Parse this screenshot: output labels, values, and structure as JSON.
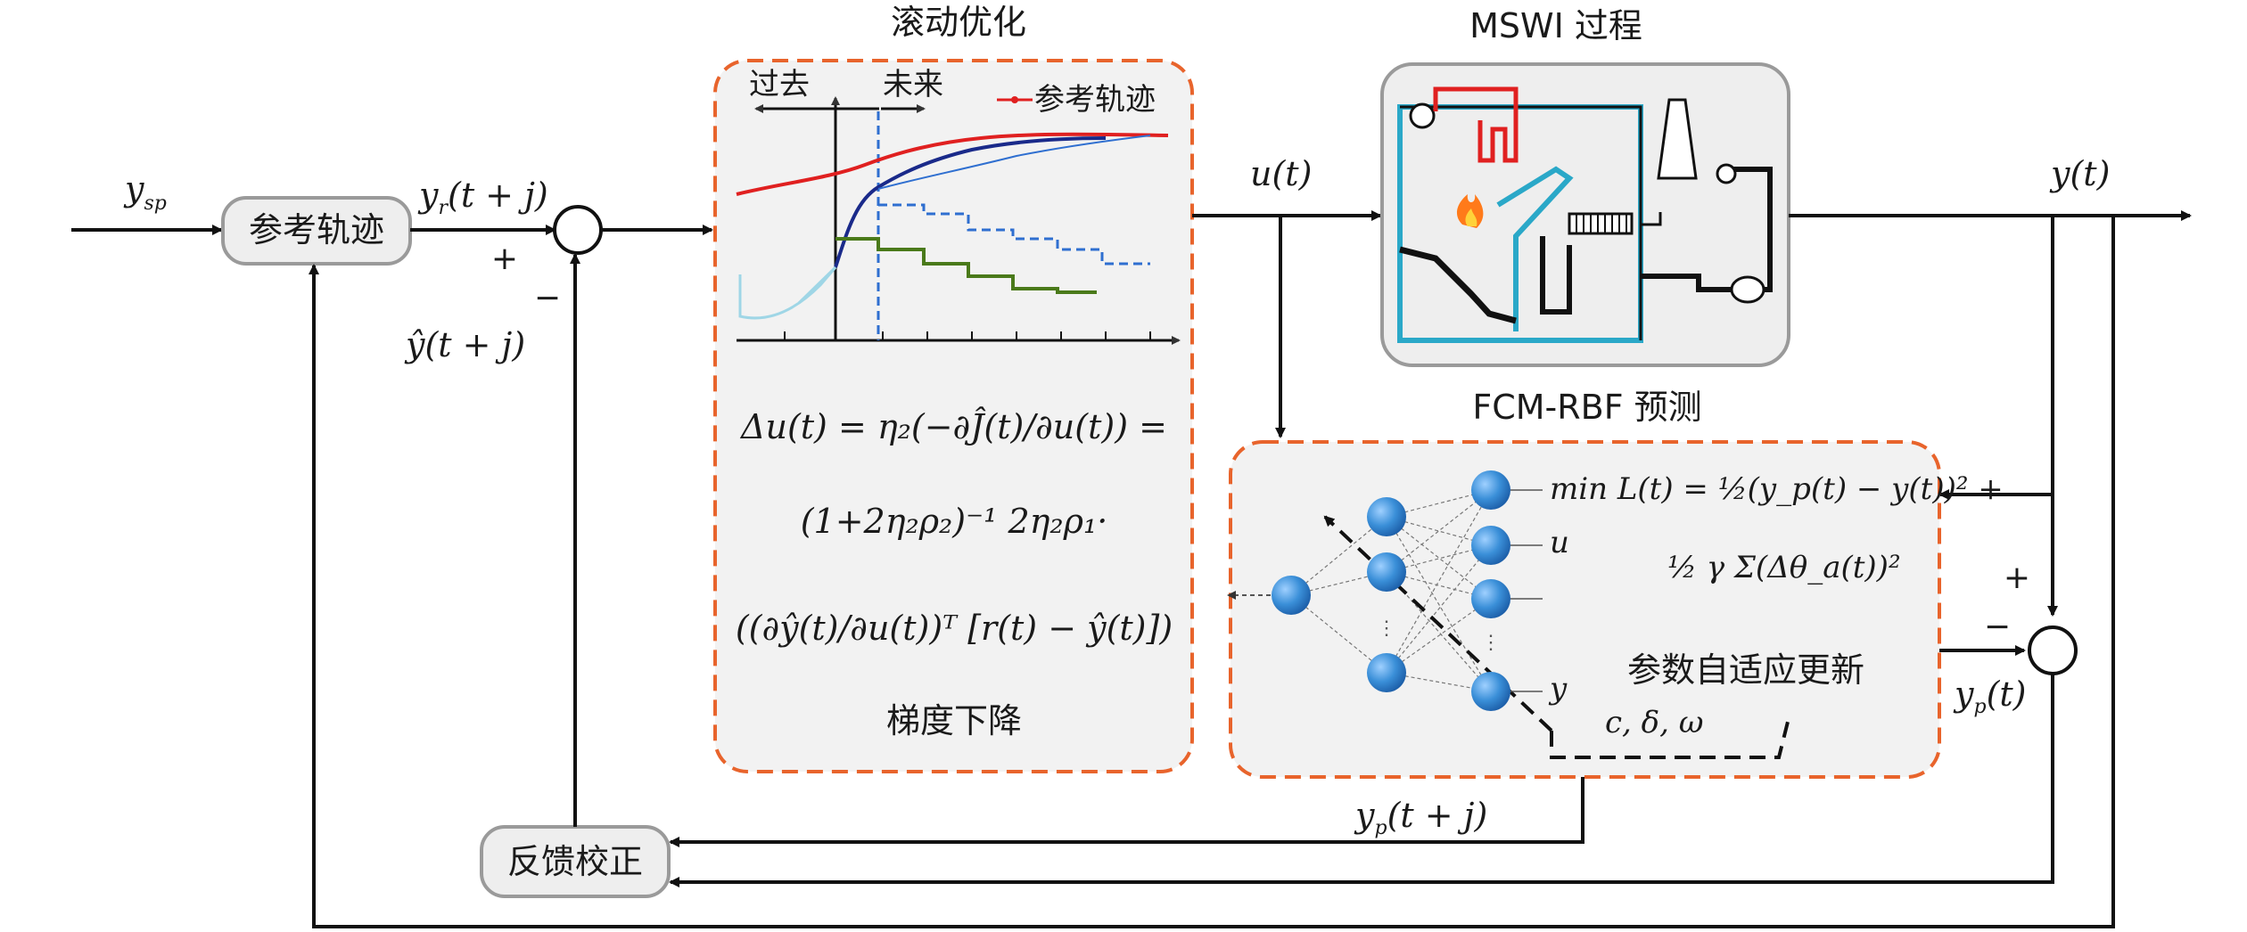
{
  "titles": {
    "rolling_opt": "滚动优化",
    "mswi": "MSWI 过程",
    "fcm_rbf": "FCM-RBF 预测"
  },
  "blocks": {
    "reference": "参考轨迹",
    "feedback": "反馈校正"
  },
  "signals": {
    "ysp": "y",
    "ysp_sub": "sp",
    "yr": "y",
    "yr_sub": "r",
    "yr_arg": "(t + j)",
    "yhat": "ŷ(t + j)",
    "u": "u(t)",
    "y": "y(t)",
    "yp": "y",
    "yp_sub": "p",
    "yp_arg": "(t)",
    "yp_future": "(t + j)",
    "plus": "+",
    "minus": "−"
  },
  "rolling_chart": {
    "past": "过去",
    "future": "未来",
    "legend": "参考轨迹"
  },
  "formula": {
    "line1": "Δu(t) = η₂(−∂Ĵ(t)/∂u(t)) =",
    "line2": "(1+2η₂ρ₂)⁻¹ 2η₂ρ₁·",
    "line3": "((∂ŷ(t)/∂u(t))ᵀ [r(t) − ŷ(t)])",
    "caption": "梯度下降"
  },
  "rbf": {
    "loss1": "min L(t) = ½(y_p(t) − y(t))² +",
    "loss2": "½ γ Σ(Δθ_a(t))²",
    "input_u": "u",
    "input_y": "y",
    "adapt": "参数自适应更新",
    "params": "c, δ, ω"
  },
  "colors": {
    "orange_dashed": "#e8642c",
    "panel_fill": "#f2f2f2",
    "neuron": "#3a8fd8",
    "ref_red": "#e02020",
    "navy": "#1a2a8a",
    "blue": "#2f6fd0",
    "green": "#4a7a1a",
    "cyan": "#2aa8c8"
  }
}
